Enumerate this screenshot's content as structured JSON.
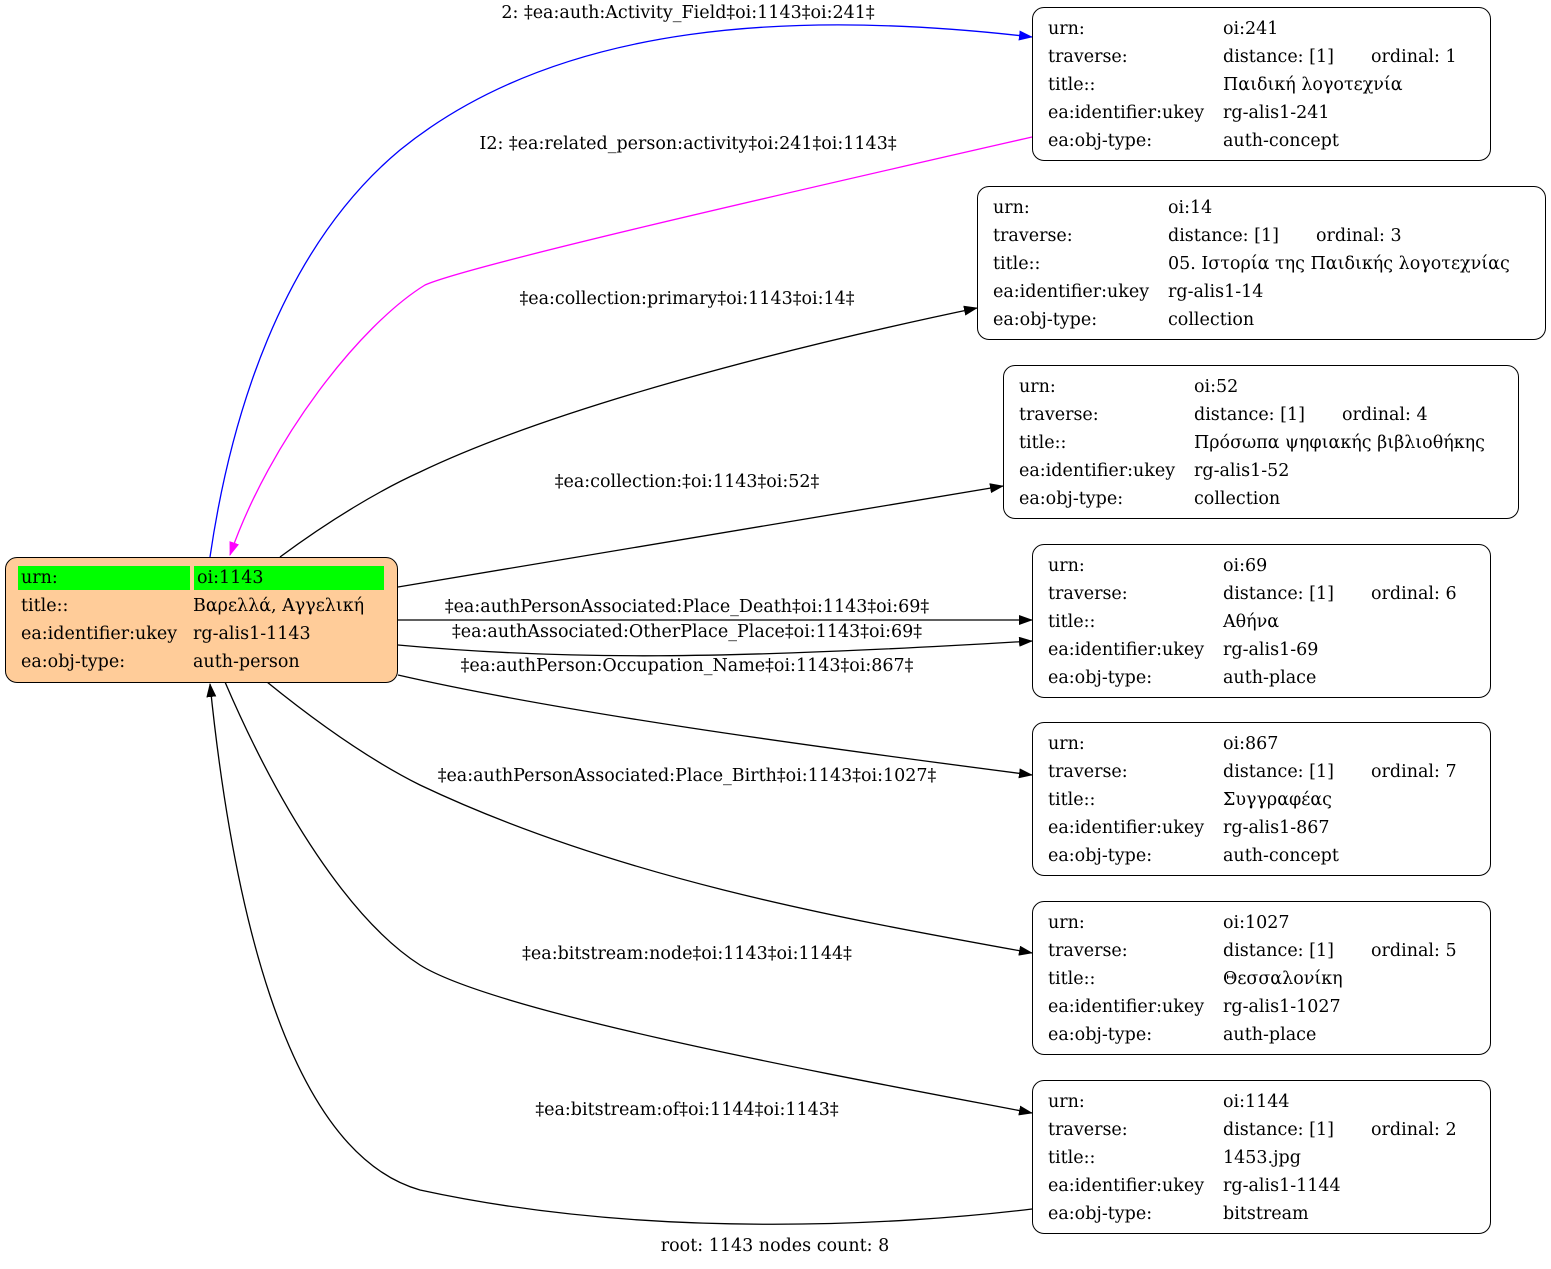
{
  "root": {
    "rows": [
      {
        "key": "urn:",
        "value": "oi:1143"
      },
      {
        "key": "title::",
        "value": "Βαρελλά, Αγγελική"
      },
      {
        "key": "ea:identifier:ukey",
        "value": "rg-alis1-1143"
      },
      {
        "key": "ea:obj-type:",
        "value": "auth-person"
      }
    ]
  },
  "nodes": [
    {
      "urn": "oi:241",
      "distance": "distance: [1]",
      "ordinal": "ordinal: 1",
      "title": "Παιδική λογοτεχνία",
      "ukey": "rg-alis1-241",
      "objtype": "auth-concept"
    },
    {
      "urn": "oi:14",
      "distance": "distance: [1]",
      "ordinal": "ordinal: 3",
      "title": "05. Ιστορία της Παιδικής λογοτεχνίας",
      "ukey": "rg-alis1-14",
      "objtype": "collection"
    },
    {
      "urn": "oi:52",
      "distance": "distance: [1]",
      "ordinal": "ordinal: 4",
      "title": "Πρόσωπα ψηφιακής βιβλιοθήκης",
      "ukey": "rg-alis1-52",
      "objtype": "collection"
    },
    {
      "urn": "oi:69",
      "distance": "distance: [1]",
      "ordinal": "ordinal: 6",
      "title": "Αθήνα",
      "ukey": "rg-alis1-69",
      "objtype": "auth-place"
    },
    {
      "urn": "oi:867",
      "distance": "distance: [1]",
      "ordinal": "ordinal: 7",
      "title": "Συγγραφέας",
      "ukey": "rg-alis1-867",
      "objtype": "auth-concept"
    },
    {
      "urn": "oi:1027",
      "distance": "distance: [1]",
      "ordinal": "ordinal: 5",
      "title": "Θεσσαλονίκη",
      "ukey": "rg-alis1-1027",
      "objtype": "auth-place"
    },
    {
      "urn": "oi:1144",
      "distance": "distance: [1]",
      "ordinal": "ordinal: 2",
      "title": "1453.jpg",
      "ukey": "rg-alis1-1144",
      "objtype": "bitstream"
    }
  ],
  "row_keys": {
    "urn": "urn:",
    "traverse": "traverse:",
    "title": "title::",
    "ukey": "ea:identifier:ukey",
    "objtype": "ea:obj-type:"
  },
  "edges": [
    {
      "label": "2: ‡ea:auth:Activity_Field‡oi:1143‡oi:241‡",
      "color": "#0000ff"
    },
    {
      "label": "I2: ‡ea:related_person:activity‡oi:241‡oi:1143‡",
      "color": "#ff00ff"
    },
    {
      "label": "‡ea:collection:primary‡oi:1143‡oi:14‡",
      "color": "#000000"
    },
    {
      "label": "‡ea:collection:‡oi:1143‡oi:52‡",
      "color": "#000000"
    },
    {
      "label": "‡ea:authPersonAssociated:Place_Death‡oi:1143‡oi:69‡",
      "color": "#000000"
    },
    {
      "label": "‡ea:authAssociated:OtherPlace_Place‡oi:1143‡oi:69‡",
      "color": "#000000"
    },
    {
      "label": "‡ea:authPerson:Occupation_Name‡oi:1143‡oi:867‡",
      "color": "#000000"
    },
    {
      "label": "‡ea:authPersonAssociated:Place_Birth‡oi:1143‡oi:1027‡",
      "color": "#000000"
    },
    {
      "label": "‡ea:bitstream:node‡oi:1143‡oi:1144‡",
      "color": "#000000"
    },
    {
      "label": "‡ea:bitstream:of‡oi:1144‡oi:1143‡",
      "color": "#000000"
    }
  ],
  "footer": "root: 1143 nodes count: 8"
}
